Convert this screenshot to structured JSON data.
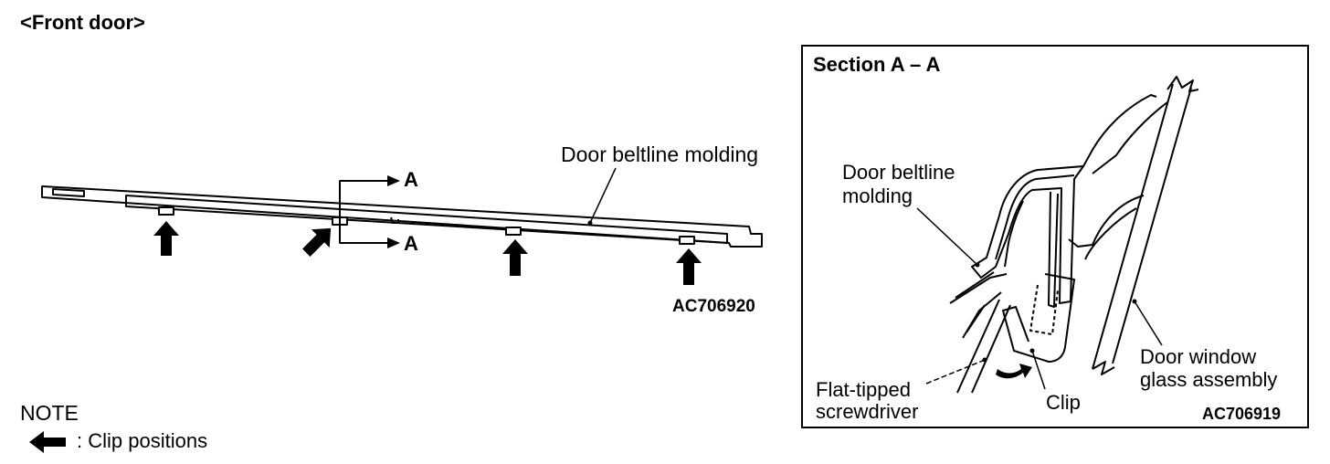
{
  "left_figure": {
    "title": "<Front door>",
    "molding_label": "Door beltline molding",
    "section_marker_top": "A",
    "section_marker_bottom": "A",
    "figure_id": "AC706920"
  },
  "note": {
    "heading": "NOTE",
    "legend_text": ": Clip positions"
  },
  "section_view": {
    "title": "Section A – A",
    "molding_label_line1": "Door beltline",
    "molding_label_line2": "molding",
    "glass_label_line1": "Door window",
    "glass_label_line2": "glass assembly",
    "tool_label_line1": "Flat-tipped",
    "tool_label_line2": "screwdriver",
    "clip_label": "Clip",
    "figure_id": "AC706919"
  }
}
